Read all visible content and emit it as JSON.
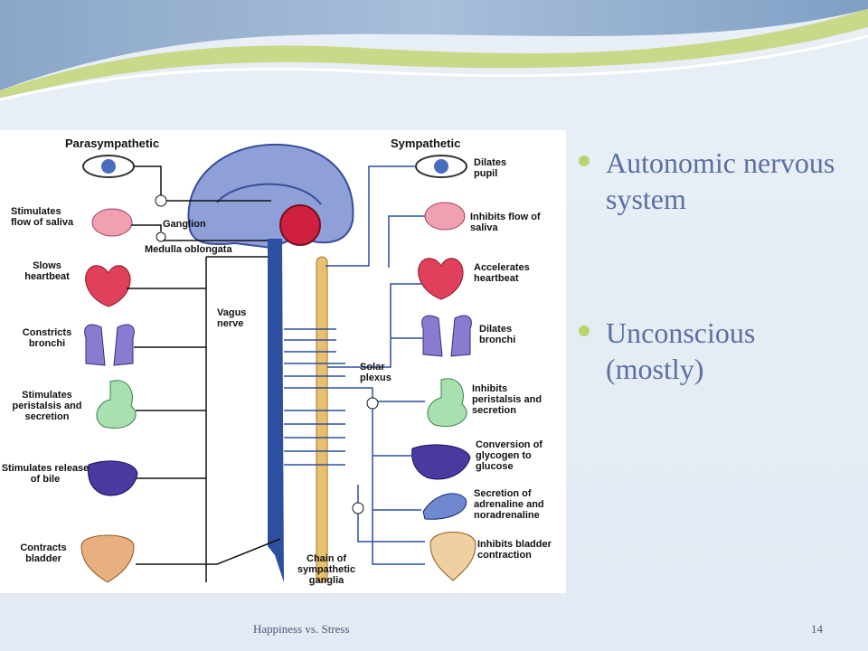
{
  "diagram": {
    "heading_left": "Parasympathetic",
    "heading_right": "Sympathetic",
    "left_labels": [
      "Stimulates flow of saliva",
      "Slows heartbeat",
      "Constricts bronchi",
      "Stimulates peristalsis and secretion",
      "Stimulates release of bile",
      "Contracts bladder"
    ],
    "right_labels": [
      "Dilates pupil",
      "Inhibits flow of saliva",
      "Accelerates heartbeat",
      "Dilates bronchi",
      "Inhibits peristalsis and secretion",
      "Conversion of glycogen to glucose",
      "Secretion of adrenaline and noradrenaline",
      "Inhibits bladder contraction"
    ],
    "center_labels": {
      "ganglion": "Ganglion",
      "medulla": "Medulla oblongata",
      "vagus": "Vagus nerve",
      "solar": "Solar plexus",
      "chain": "Chain of sympathetic ganglia"
    }
  },
  "bullets": [
    "Autonomic nervous system",
    "Unconscious (mostly)"
  ],
  "footer": {
    "title": "Happiness vs. Stress",
    "page": "14"
  },
  "colors": {
    "nerve_blue": "#2d4fa0",
    "brain_purple": "#8f9fd8",
    "cerebellum_red": "#d02040",
    "chain_tan": "#e8c070",
    "bullet_green": "#b9d46e",
    "text_blue": "#5b6fa3"
  }
}
